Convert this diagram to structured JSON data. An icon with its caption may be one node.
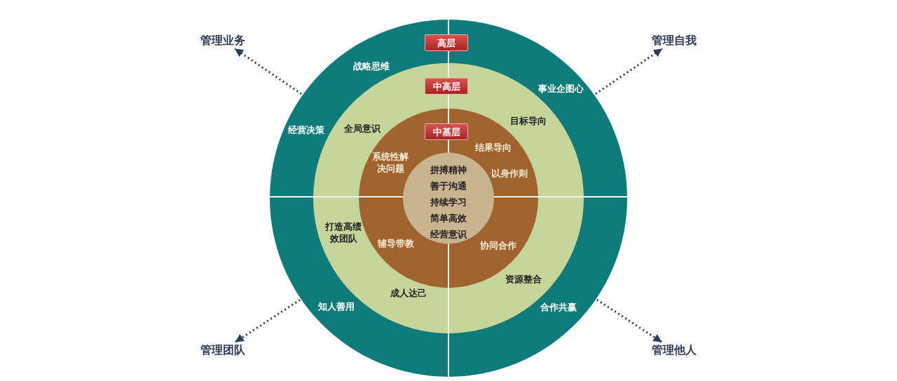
{
  "diagram": {
    "nodes": [
      {
        "text": [],
        "shape": "circle"
      },
      {
        "text": [
          "高层"
        ],
        "in": 0
      },
      {
        "text": [],
        "shape": "circle",
        "in": 0
      },
      {
        "text": [
          "中高层"
        ],
        "in": 2
      },
      {
        "text": [],
        "shape": "circle",
        "in": 2
      },
      {
        "text": [
          "中基层"
        ],
        "in": 4
      },
      {
        "text": [
          "拼搏精神",
          "善于沟通",
          "持续学习",
          "简单高效",
          "经营意识"
        ],
        "in": 4
      },
      {
        "text": [
          "管理业务"
        ]
      },
      {
        "text": [
          "管理自我"
        ]
      },
      {
        "text": [
          "管理团队"
        ]
      },
      {
        "text": [
          "管理他人"
        ]
      }
    ],
    "edges": [
      {
        "from": null,
        "to": 7,
        "arrow": "to",
        "style": "dashed"
      },
      {
        "from": null,
        "to": 8,
        "arrow": "to",
        "style": "dashed"
      },
      {
        "from": null,
        "to": 9,
        "arrow": "to",
        "style": "dashed"
      },
      {
        "from": null,
        "to": 10,
        "arrow": "to",
        "style": "dashed"
      }
    ],
    "labels": [
      "战略思维",
      "事业企图心",
      "全局意识",
      "目标导向",
      "经营决策",
      "系统性解决问题",
      "结果导向",
      "以身作则",
      "打造高绩效团队",
      "辅导带教",
      "协同合作",
      "资源整合",
      "成人达己",
      "知人善用",
      "合作共赢"
    ]
  }
}
